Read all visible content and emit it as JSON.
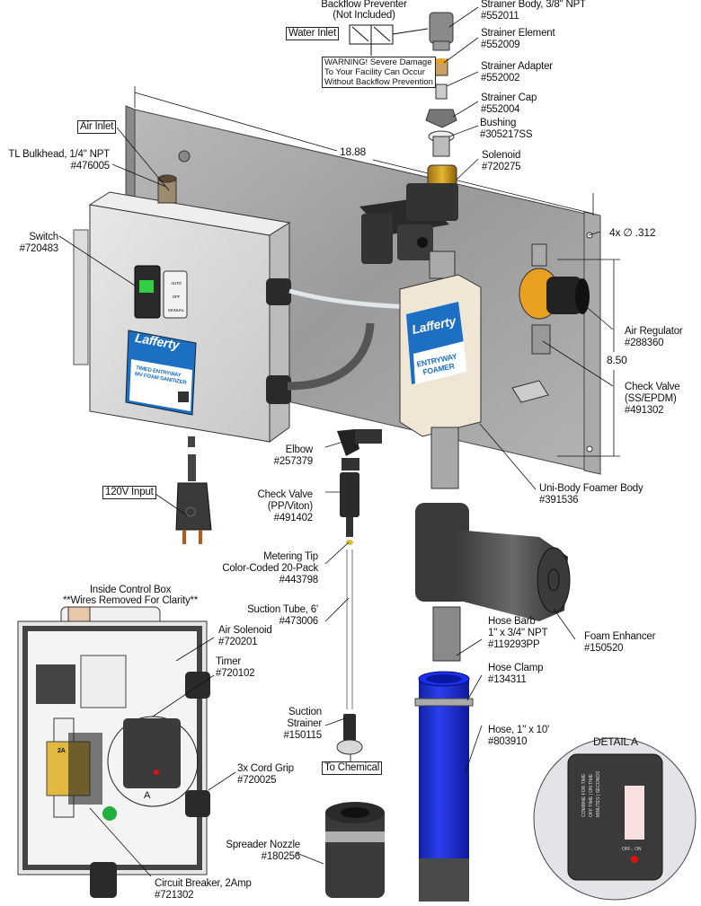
{
  "top": {
    "backflow_title": "Backflow Preventer",
    "backflow_sub": "(Not Included)",
    "water_inlet": "Water Inlet",
    "warning": [
      "WARNING! Severe Damage",
      "To Your Facility Can Occur",
      "Without Backflow Prevention"
    ]
  },
  "callouts": {
    "strainer_body": {
      "name": "Strainer Body, 3/8\" NPT",
      "part": "#552011"
    },
    "strainer_element": {
      "name": "Strainer Element",
      "part": "#552009"
    },
    "strainer_adapter": {
      "name": "Strainer Adapter",
      "part": "#552002"
    },
    "strainer_cap": {
      "name": "Strainer Cap",
      "part": "#552004"
    },
    "bushing": {
      "name": "Bushing",
      "part": "#305217SS"
    },
    "solenoid": {
      "name": "Solenoid",
      "part": "#720275"
    },
    "air_inlet": "Air Inlet",
    "tl_bulkhead": {
      "name": "TL Bulkhead, 1/4\" NPT",
      "part": "#476005"
    },
    "switch": {
      "name": "Switch",
      "part": "#720483"
    },
    "air_regulator": {
      "name": "Air Regulator",
      "part": "#288360"
    },
    "check_valve_ss": {
      "name": "Check Valve",
      "sub": "(SS/EPDM)",
      "part": "#491302"
    },
    "uni_body": {
      "name": "Uni-Body Foamer Body",
      "part": "#391536"
    },
    "elbow": {
      "name": "Elbow",
      "part": "#257379"
    },
    "check_valve_pp": {
      "name": "Check Valve",
      "sub": "(PP/Viton)",
      "part": "#491402"
    },
    "metering_tip": {
      "name": "Metering Tip",
      "sub": "Color-Coded 20-Pack",
      "part": "#443798"
    },
    "suction_tube": {
      "name": "Suction Tube, 6'",
      "part": "#473006"
    },
    "suction_strainer": {
      "name": "Suction",
      "sub": "Strainer",
      "part": "#150115"
    },
    "to_chemical": "To Chemical",
    "input_120v": "120V Input",
    "foam_enhancer": {
      "name": "Foam Enhancer",
      "part": "#150520"
    },
    "hose_barb": {
      "name": "Hose Barb",
      "sub": "1\" x 3/4\" NPT",
      "part": "#119293PP"
    },
    "hose_clamp": {
      "name": "Hose Clamp",
      "part": "#134311"
    },
    "hose": {
      "name": "Hose, 1\"  x 10'",
      "part": "#803910"
    },
    "air_solenoid": {
      "name": "Air Solenoid",
      "part": "#720201"
    },
    "timer": {
      "name": "Timer",
      "part": "#720102"
    },
    "cord_grip": {
      "name": "3x Cord Grip",
      "part": "#720025"
    },
    "spreader_nozzle": {
      "name": "Spreader Nozzle",
      "part": "#180256"
    },
    "circuit_breaker": {
      "name": "Circuit Breaker, 2Amp",
      "part": "#721302"
    }
  },
  "dimensions": {
    "width": "18.88",
    "height": "8.50",
    "holes": "4x ∅ .312"
  },
  "control_box": {
    "title": "Inside Control Box",
    "subtitle": "**Wires Removed For Clarity**",
    "breaker_rating": "2A",
    "detail_marker": "A"
  },
  "labels": {
    "brand": "Lafferty",
    "box_product": [
      "TIMED ENTRYWAY",
      "MV FOAM SANITIZER"
    ],
    "foamer_product": [
      "ENTRYWAY",
      "FOAMER"
    ],
    "switch_positions": [
      "AUTO",
      "OFF",
      "MANUAL"
    ]
  },
  "detail_a": {
    "title": "DETAIL A",
    "col1": "COMBINE FOR TIME",
    "col2a": "OFF TIME",
    "col2b": "ON TIME",
    "col3a": "MINUTES",
    "col3b": "SECONDS",
    "switch_label": "OFF←ON"
  },
  "colors": {
    "brand_blue": "#1d6fc4",
    "hose_blue": "#1a2fd6",
    "brass": "#d4a017",
    "led_red": "#e01010",
    "switch_green": "#22c040"
  }
}
